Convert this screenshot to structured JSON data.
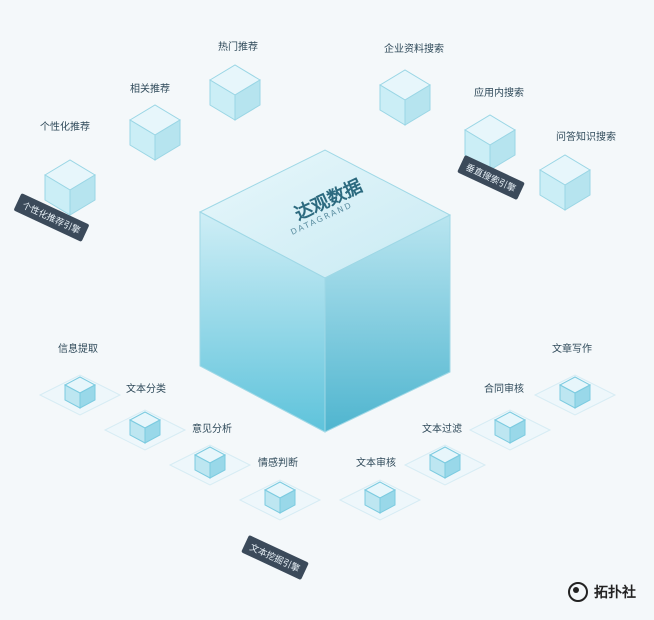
{
  "center": {
    "title": "达观数据",
    "subtitle": "DATAGRAND"
  },
  "top_group_tags": [
    "个性化推荐引擎",
    "垂直搜索引擎"
  ],
  "bottom_group_tag": "文本挖掘引擎",
  "recommend_labels": [
    "个性化推荐",
    "相关推荐",
    "热门推荐"
  ],
  "search_labels": [
    "企业资料搜索",
    "应用内搜索",
    "问答知识搜索"
  ],
  "nlp_labels": [
    "信息提取",
    "文本分类",
    "意见分析",
    "情感判断",
    "文本审核",
    "文本过滤",
    "合同审核",
    "文章写作"
  ],
  "watermark": "拓扑社",
  "colors": {
    "accent": "#5cc2dc",
    "cube_front": "#7fd0e3",
    "tag_bg": "#3b4a5a"
  }
}
